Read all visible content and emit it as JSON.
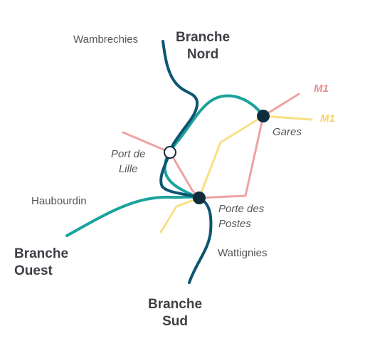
{
  "colors": {
    "teal": "#1aa39c",
    "dark_blue": "#0e5571",
    "pink": "#eea2a4",
    "yellow": "#f8df84",
    "station_dark": "#0f2d3c",
    "station_open": "#ffffff",
    "m1_pink_label": "#ec8a93",
    "m1_yellow_label": "#f3d46a"
  },
  "branches": {
    "nord": {
      "line1": "Branche",
      "line2": "Nord"
    },
    "ouest": {
      "line1": "Branche",
      "line2": "Ouest"
    },
    "sud": {
      "line1": "Branche",
      "line2": "Sud"
    }
  },
  "places": {
    "wambrechies": "Wambrechies",
    "haubourdin": "Haubourdin",
    "wattignies": "Wattignies"
  },
  "stations": {
    "port_de_lille": {
      "line1": "Port de",
      "line2": "Lille"
    },
    "porte_des_postes": {
      "line1": "Porte des",
      "line2": "Postes"
    },
    "gares": "Gares"
  },
  "metro_labels": {
    "m1_pink": "M1",
    "m1_yellow": "M1"
  }
}
